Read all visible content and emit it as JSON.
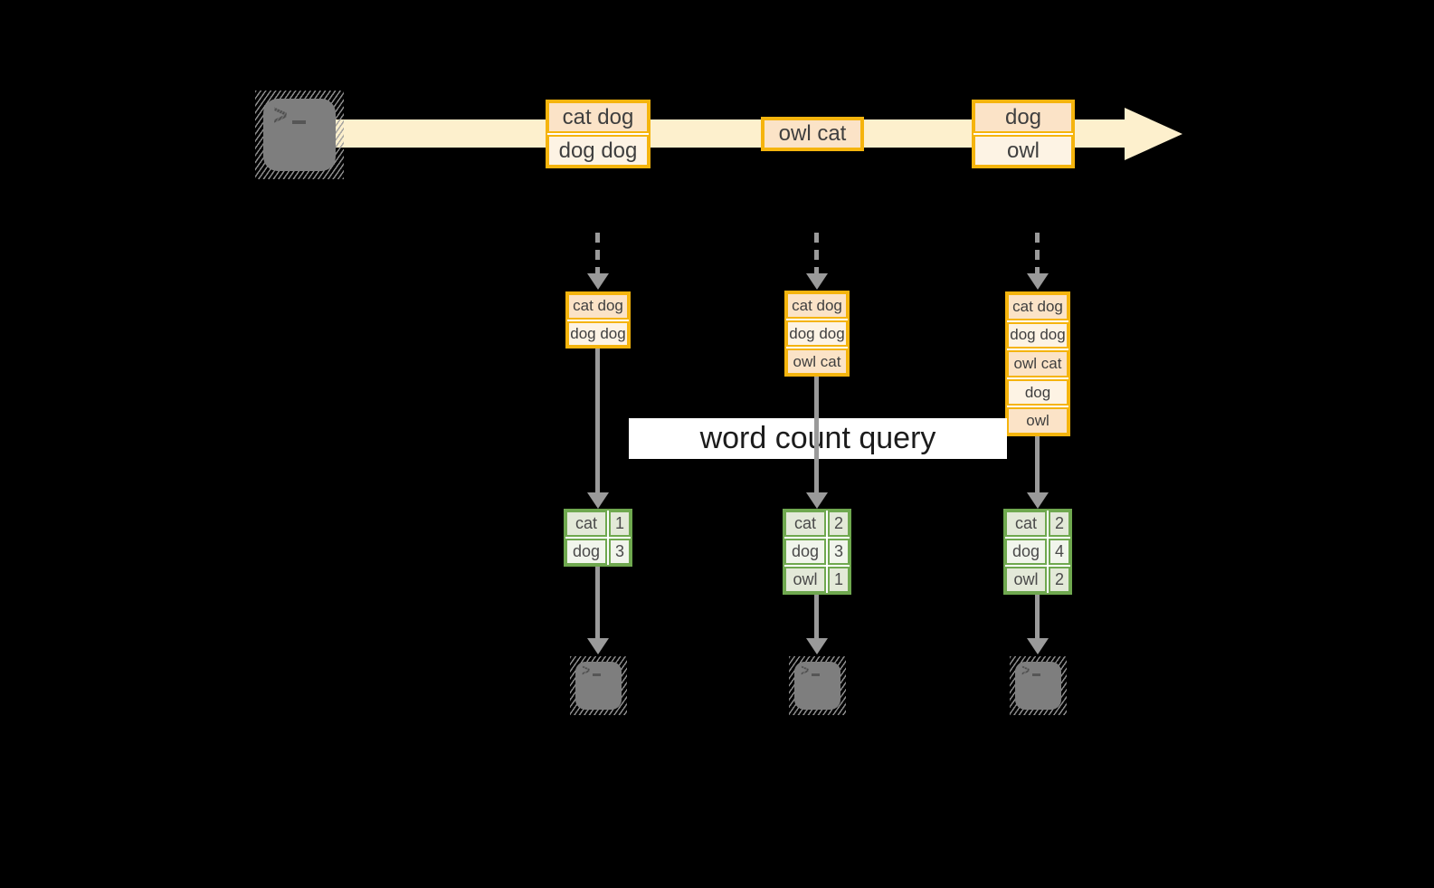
{
  "diagram": {
    "query_label": "word count query",
    "stream_batches": [
      {
        "lines": [
          "cat dog",
          "dog dog"
        ]
      },
      {
        "lines": [
          "owl cat"
        ]
      },
      {
        "lines": [
          "dog",
          "owl"
        ]
      }
    ],
    "input_tables": [
      {
        "lines": [
          "cat dog",
          "dog dog"
        ]
      },
      {
        "lines": [
          "cat dog",
          "dog dog",
          "owl cat"
        ]
      },
      {
        "lines": [
          "cat dog",
          "dog dog",
          "owl cat",
          "dog",
          "owl"
        ]
      }
    ],
    "result_tables": [
      {
        "rows": [
          [
            "cat",
            "1"
          ],
          [
            "dog",
            "3"
          ]
        ]
      },
      {
        "rows": [
          [
            "cat",
            "2"
          ],
          [
            "dog",
            "3"
          ],
          [
            "owl",
            "1"
          ]
        ]
      },
      {
        "rows": [
          [
            "cat",
            "2"
          ],
          [
            "dog",
            "4"
          ],
          [
            "owl",
            "2"
          ]
        ]
      }
    ],
    "icons": {
      "source": "terminal-icon",
      "sinks": [
        "terminal-icon",
        "terminal-icon",
        "terminal-icon"
      ],
      "stream": "right-arrow-band",
      "down_arrows": "gray-down-arrow"
    },
    "colors": {
      "stream_band": "#fdf0cd",
      "box_border": "#f5b40d",
      "box_fill_dark": "#fbe3c7",
      "box_fill_light": "#fdf3e4",
      "table_border": "#6fa84f",
      "table_fill_dark": "#e3e9d8",
      "table_fill_light": "#f1f5ec",
      "arrow_gray": "#9a9a9a",
      "terminal_gray": "#7e7e7e",
      "background": "#000000"
    }
  }
}
